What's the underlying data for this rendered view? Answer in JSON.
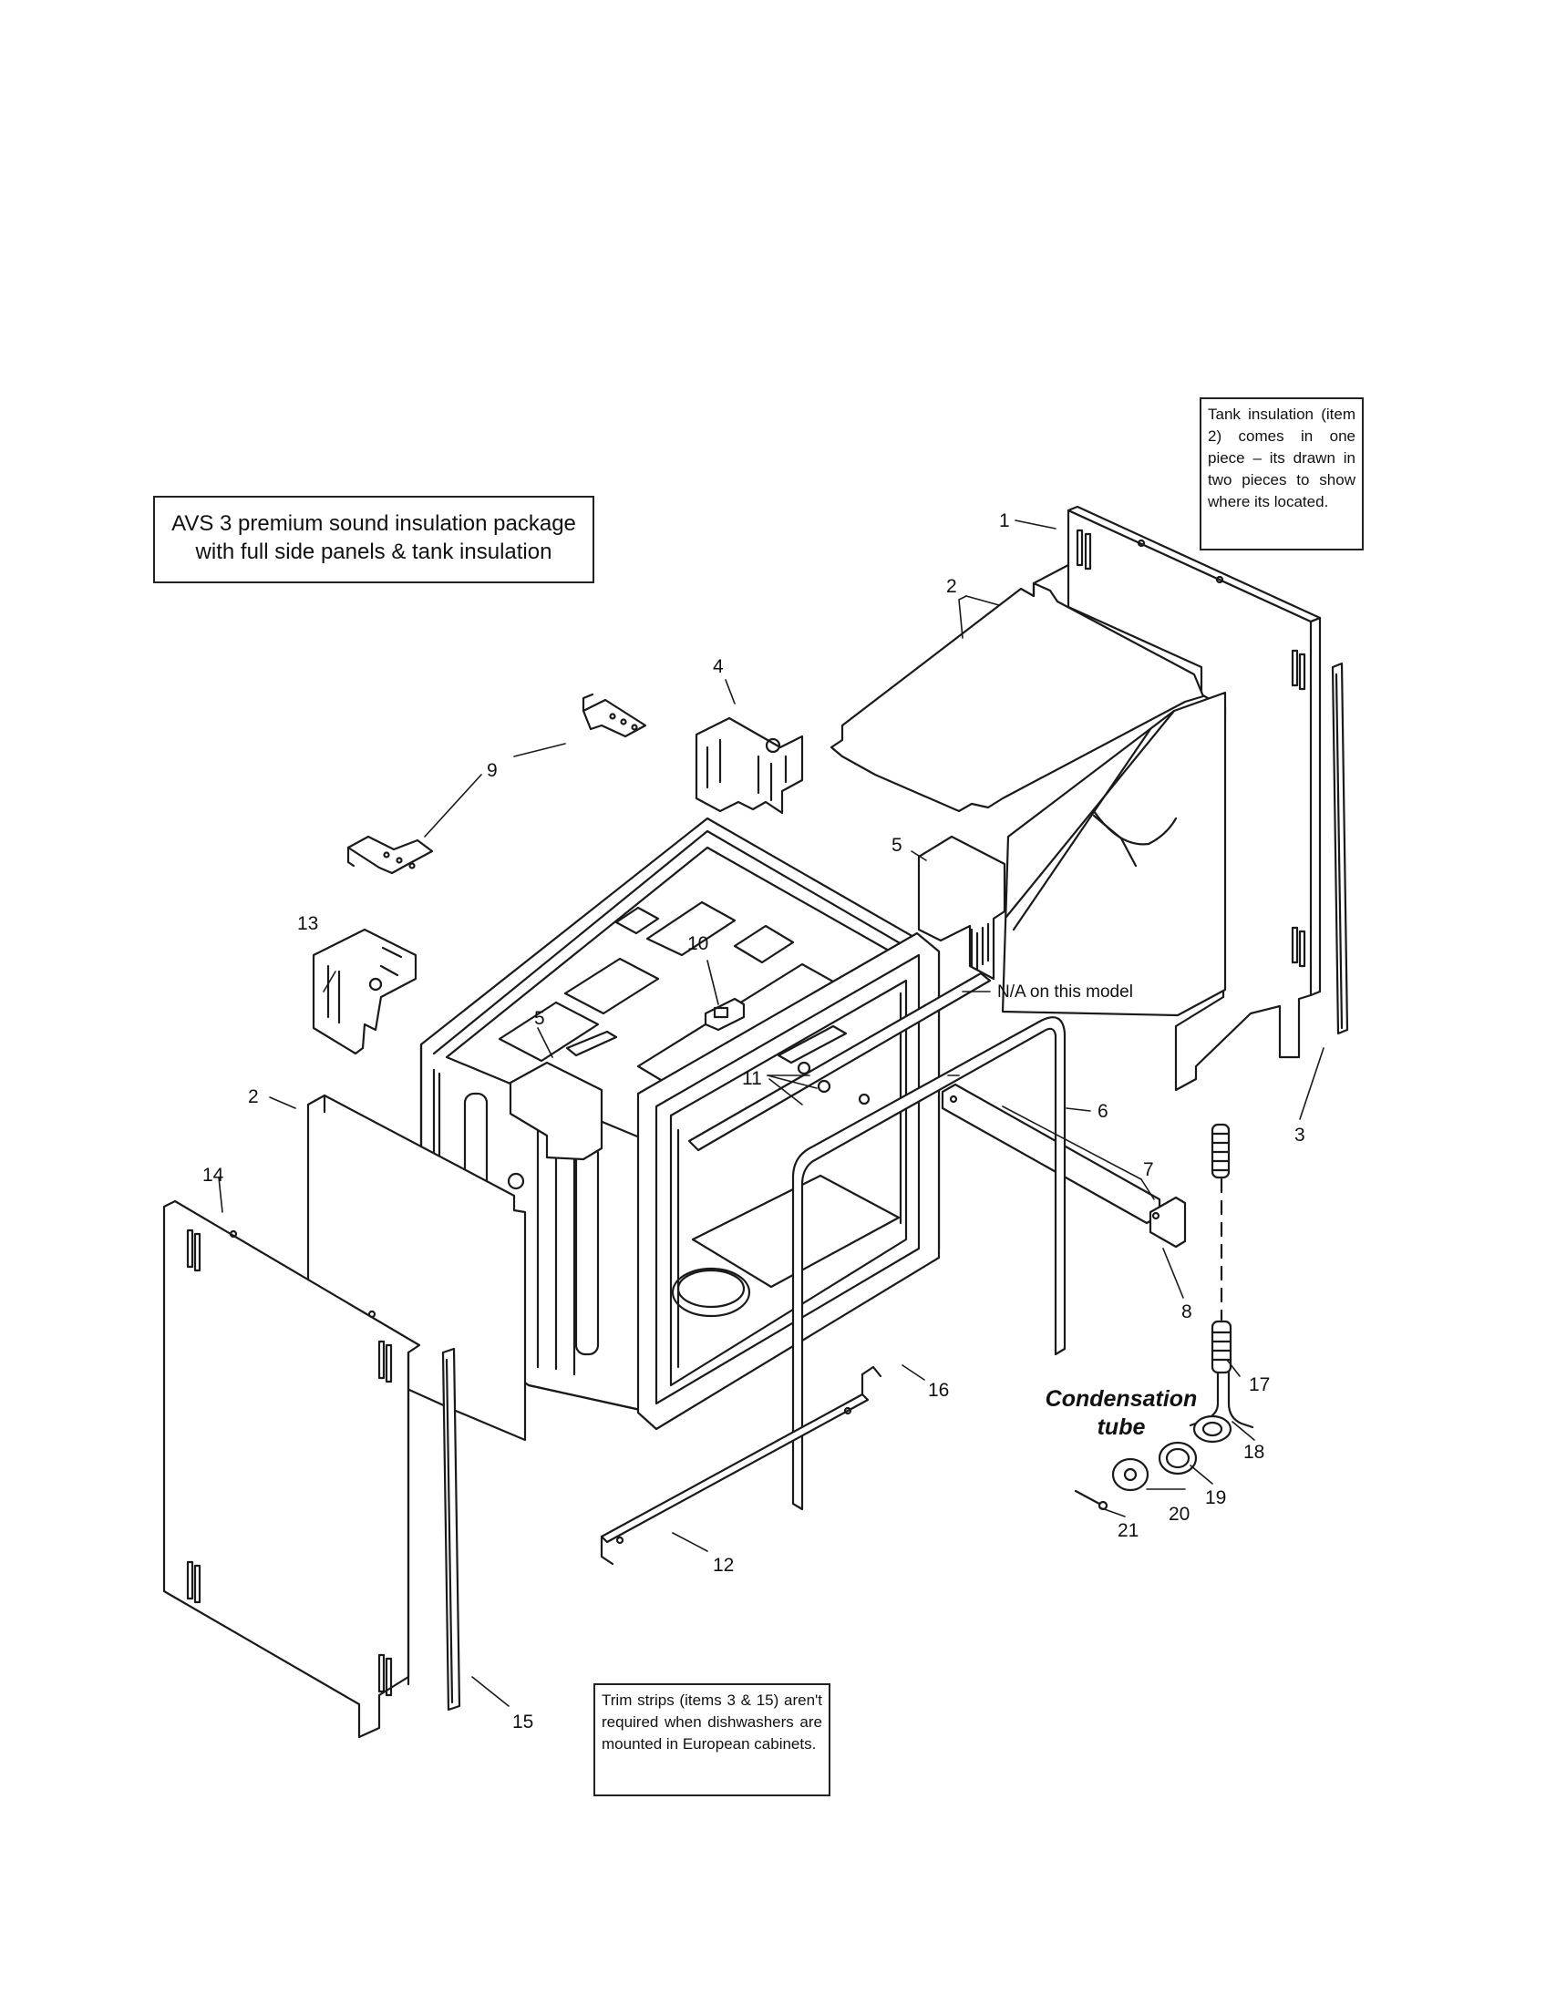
{
  "title_box": {
    "line1": "AVS 3 premium sound insulation package",
    "line2": "with full side panels & tank insulation"
  },
  "notes": {
    "tank": "Tank insulation (item 2) comes in one piece – its drawn in two pieces to show where its located.",
    "trim": "Trim strips (items 3 & 15) aren't required when dishwashers are mounted in European cabinets.",
    "na": "N/A on this model"
  },
  "condensation": {
    "line1": "Condensation",
    "line2": "tube"
  },
  "callouts": {
    "c1": "1",
    "c2a": "2",
    "c2b": "2",
    "c3": "3",
    "c4": "4",
    "c5a": "5",
    "c5b": "5",
    "c6": "6",
    "c7": "7",
    "c8": "8",
    "c9": "9",
    "c10": "10",
    "c11": "11",
    "c12": "12",
    "c13": "13",
    "c14": "14",
    "c15": "15",
    "c16": "16",
    "c17": "17",
    "c18": "18",
    "c19": "19",
    "c20": "20",
    "c21": "21"
  }
}
